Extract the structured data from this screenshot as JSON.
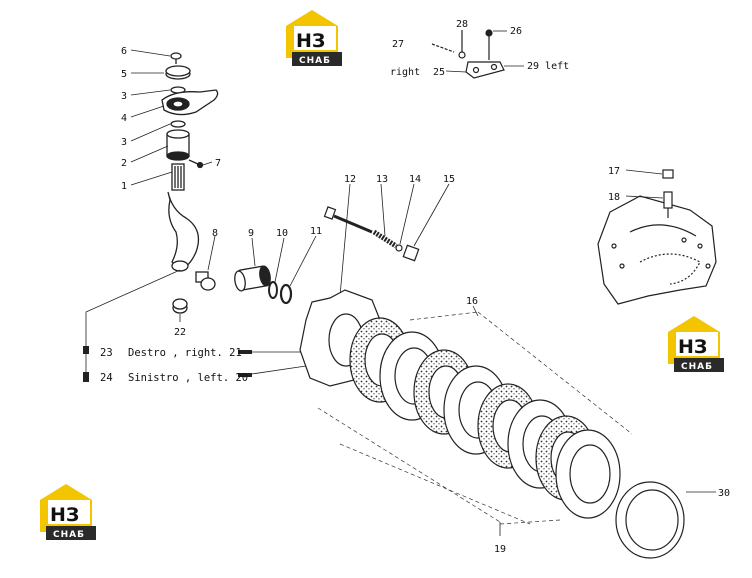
{
  "colors": {
    "logo_yellow": "#f2c500",
    "logo_dark": "#2a2a2a",
    "line": "#222222"
  },
  "logo": {
    "mark": "НЗ",
    "caption": "СНАБ"
  },
  "callouts": {
    "n1": "1",
    "n2": "2",
    "n3a": "3",
    "n3b": "3",
    "n4": "4",
    "n5": "5",
    "n6": "6",
    "n7": "7",
    "n8": "8",
    "n9": "9",
    "n10": "10",
    "n11": "11",
    "n12": "12",
    "n13": "13",
    "n14": "14",
    "n15": "15",
    "n16": "16",
    "n17": "17",
    "n18": "18",
    "n19": "19",
    "n22": "22",
    "n25": "25",
    "n26": "26",
    "n27": "27",
    "n28": "28",
    "n30": "30"
  },
  "labels": {
    "right": "right",
    "n29_left": "29 left",
    "legend_23": "23",
    "legend_23_text": "Destro , right. 21",
    "legend_24": "24",
    "legend_24_text": "Sinistro , left. 20"
  }
}
